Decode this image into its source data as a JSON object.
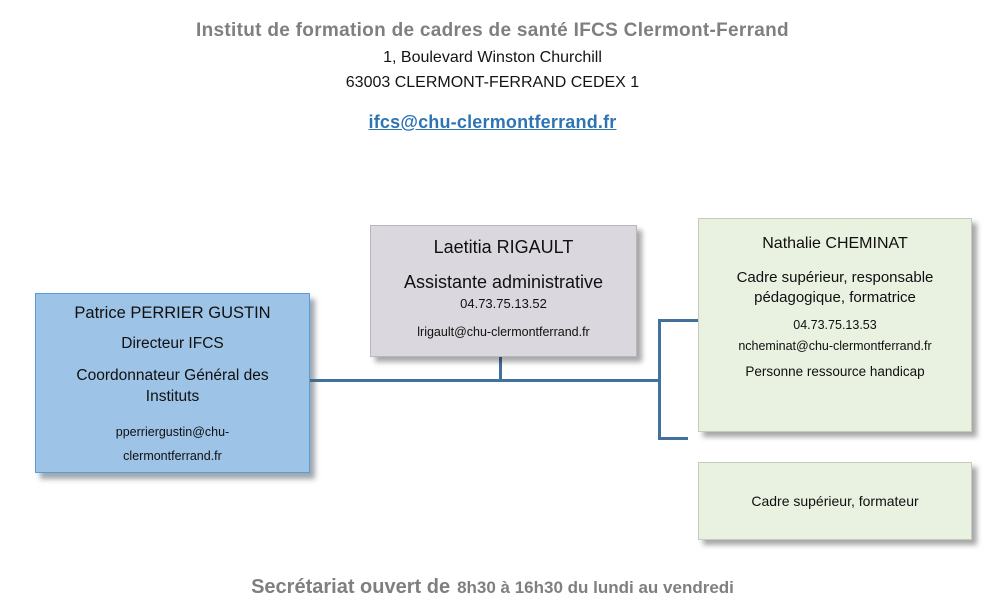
{
  "header": {
    "title": "Institut de formation de cadres de santé IFCS Clermont-Ferrand",
    "address_line1": "1, Boulevard Winston Churchill",
    "address_line2": "63003 CLERMONT-FERRAND CEDEX 1",
    "email": "ifcs@chu-clermontferrand.fr"
  },
  "org_chart": {
    "director": {
      "name": "Patrice PERRIER GUSTIN",
      "role1": "Directeur IFCS",
      "role2": "Coordonnateur Général des Instituts",
      "email": "pperriergustin@chu-clermontferrand.fr"
    },
    "assistant": {
      "name": "Laetitia RIGAULT",
      "role": "Assistante administrative",
      "phone": "04.73.75.13.52",
      "email": "lrigault@chu-clermontferrand.fr"
    },
    "senior_manager": {
      "name": "Nathalie CHEMINAT",
      "role": "Cadre supérieur, responsable pédagogique, formatrice",
      "phone": "04.73.75.13.53",
      "email": "ncheminat@chu-clermontferrand.fr",
      "note": "Personne ressource handicap"
    },
    "trainer": {
      "role": "Cadre supérieur, formateur"
    }
  },
  "footer": {
    "prefix": "Secrétariat ouvert de",
    "hours": "8h30 à 16h30 du lundi au vendredi"
  },
  "colors": {
    "heading_gray": "#7f7f7f",
    "link_blue": "#2e74b5",
    "director_box_fill": "#9dc3e6",
    "director_box_border": "#5b9bd5",
    "assistant_box_fill": "#dad8de",
    "green_box_fill": "#e9f1e1",
    "connector_blue": "#41719c"
  }
}
